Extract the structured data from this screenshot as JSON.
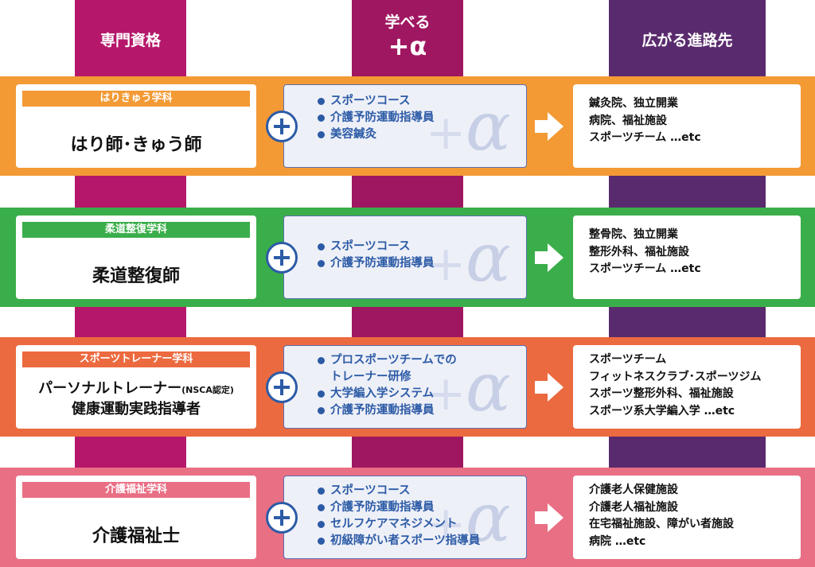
{
  "headers": {
    "col1": "専門資格",
    "col2_top": "学べる",
    "col2_alpha": "+α",
    "col3": "広がる進路先"
  },
  "rows": [
    {
      "dept": "はりきゅう学科",
      "qual_lines": [
        "はり師･きゅう師"
      ],
      "learn": [
        "スポーツコース",
        "介護予防運動指導員",
        "美容鍼灸"
      ],
      "careers": [
        "鍼灸院、独立開業",
        "病院、福祉施設",
        "スポーツチーム …etc"
      ],
      "color": "#f39a35"
    },
    {
      "dept": "柔道整復学科",
      "qual_lines": [
        "柔道整復師"
      ],
      "learn": [
        "スポーツコース",
        "介護予防運動指導員"
      ],
      "careers": [
        "整骨院、独立開業",
        "整形外科、福祉施設",
        "スポーツチーム …etc"
      ],
      "color": "#3aae4a"
    },
    {
      "dept": "スポーツトレーナー学科",
      "qual_lines": [
        "パーソナルトレーナー",
        "健康運動実践指導者"
      ],
      "qual_note": "(NSCA認定)",
      "learn": [
        "プロスポーツチームでの",
        "トレーナー研修",
        "大学編入学システム",
        "介護予防運動指導員"
      ],
      "careers": [
        "スポーツチーム",
        "フィットネスクラブ･スポーツジム",
        "スポーツ整形外科、福祉施設",
        "スポーツ系大学編入学 …etc"
      ],
      "color": "#ec6a3f"
    },
    {
      "dept": "介護福祉学科",
      "qual_lines": [
        "介護福祉士"
      ],
      "learn": [
        "スポーツコース",
        "介護予防運動指導員",
        "セルフケアマネジメント",
        "初級障がい者スポーツ指導員"
      ],
      "careers": [
        "介護老人保健施設",
        "介護老人福祉施設",
        "在宅福祉施設、障がい者施設",
        "病院 …etc"
      ],
      "color": "#e96f84"
    }
  ],
  "icons": {
    "plus": "plus-circle-icon",
    "arrow": "arrow-right-icon",
    "alpha_watermark": "α"
  }
}
